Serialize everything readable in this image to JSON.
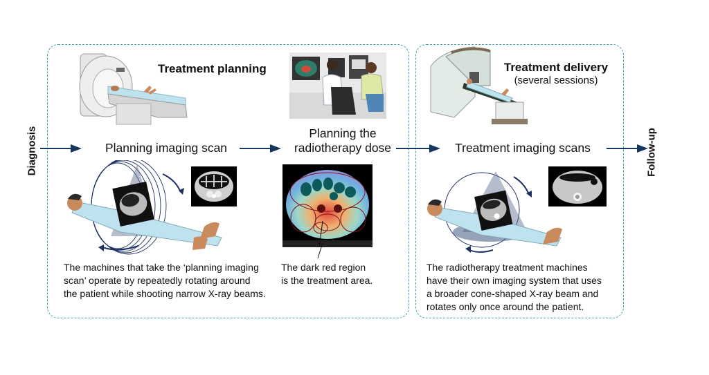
{
  "stages": {
    "diagnosis": "Diagnosis",
    "follow_up": "Follow-up"
  },
  "planning": {
    "title": "Treatment planning",
    "step1_label": "Planning imaging scan",
    "step2_label_line1": "Planning the",
    "step2_label_line2": "radiotherapy dose",
    "caption1_line1": "The machines that take the ‘planning imaging",
    "caption1_line2": "scan’ operate by repeatedly rotating around",
    "caption1_line3": "the patient while shooting narrow X-ray beams.",
    "caption2_line1": "The dark red region",
    "caption2_line2": "is the treatment area."
  },
  "delivery": {
    "title": "Treatment delivery",
    "subtitle": "(several sessions)",
    "step_label": "Treatment imaging scans",
    "caption_line1": "The radiotherapy treatment machines",
    "caption_line2": "have their own imaging system that uses",
    "caption_line3": "a broader cone-shaped X-ray beam and",
    "caption_line4": "rotates only once around the patient."
  },
  "colors": {
    "arrow": "#14375e",
    "box_border": "#3a9fb0"
  }
}
